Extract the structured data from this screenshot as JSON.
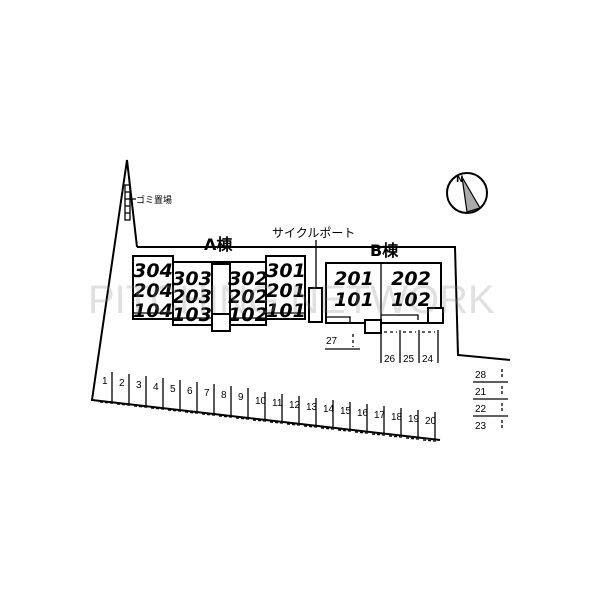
{
  "watermark": "PITCHING NETWORK",
  "labels": {
    "garbage": "ゴミ置場",
    "cycle_port": "サイクルポート",
    "building_a": "A棟",
    "building_b": "B棟",
    "north": "N"
  },
  "building_a_units": [
    [
      "304",
      "204",
      "104"
    ],
    [
      "303",
      "203",
      "103"
    ],
    [
      "302",
      "202",
      "102"
    ],
    [
      "301",
      "201",
      "101"
    ]
  ],
  "building_b_units": [
    [
      "201",
      "101"
    ],
    [
      "202",
      "102"
    ]
  ],
  "parking_bottom": [
    "1",
    "2",
    "3",
    "4",
    "5",
    "6",
    "7",
    "8",
    "9",
    "10",
    "11",
    "12",
    "13",
    "14",
    "15",
    "16",
    "17",
    "18",
    "19",
    "20"
  ],
  "parking_b": [
    "26",
    "25",
    "24"
  ],
  "parking_27": "27",
  "parking_right": [
    "28",
    "21",
    "22",
    "23"
  ]
}
